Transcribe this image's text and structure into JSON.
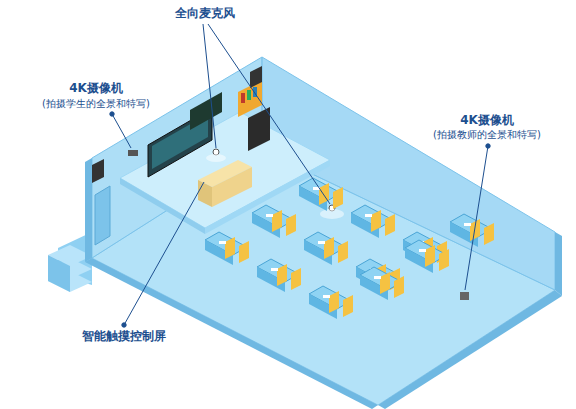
{
  "diagram": {
    "labels": [
      "全向麦克风",
      "4K摄像机",
      "(拍摄学生的全景和特写)",
      "4K摄像机",
      "(拍摄教师的全景和特写)",
      "智能触摸控制屏"
    ]
  }
}
